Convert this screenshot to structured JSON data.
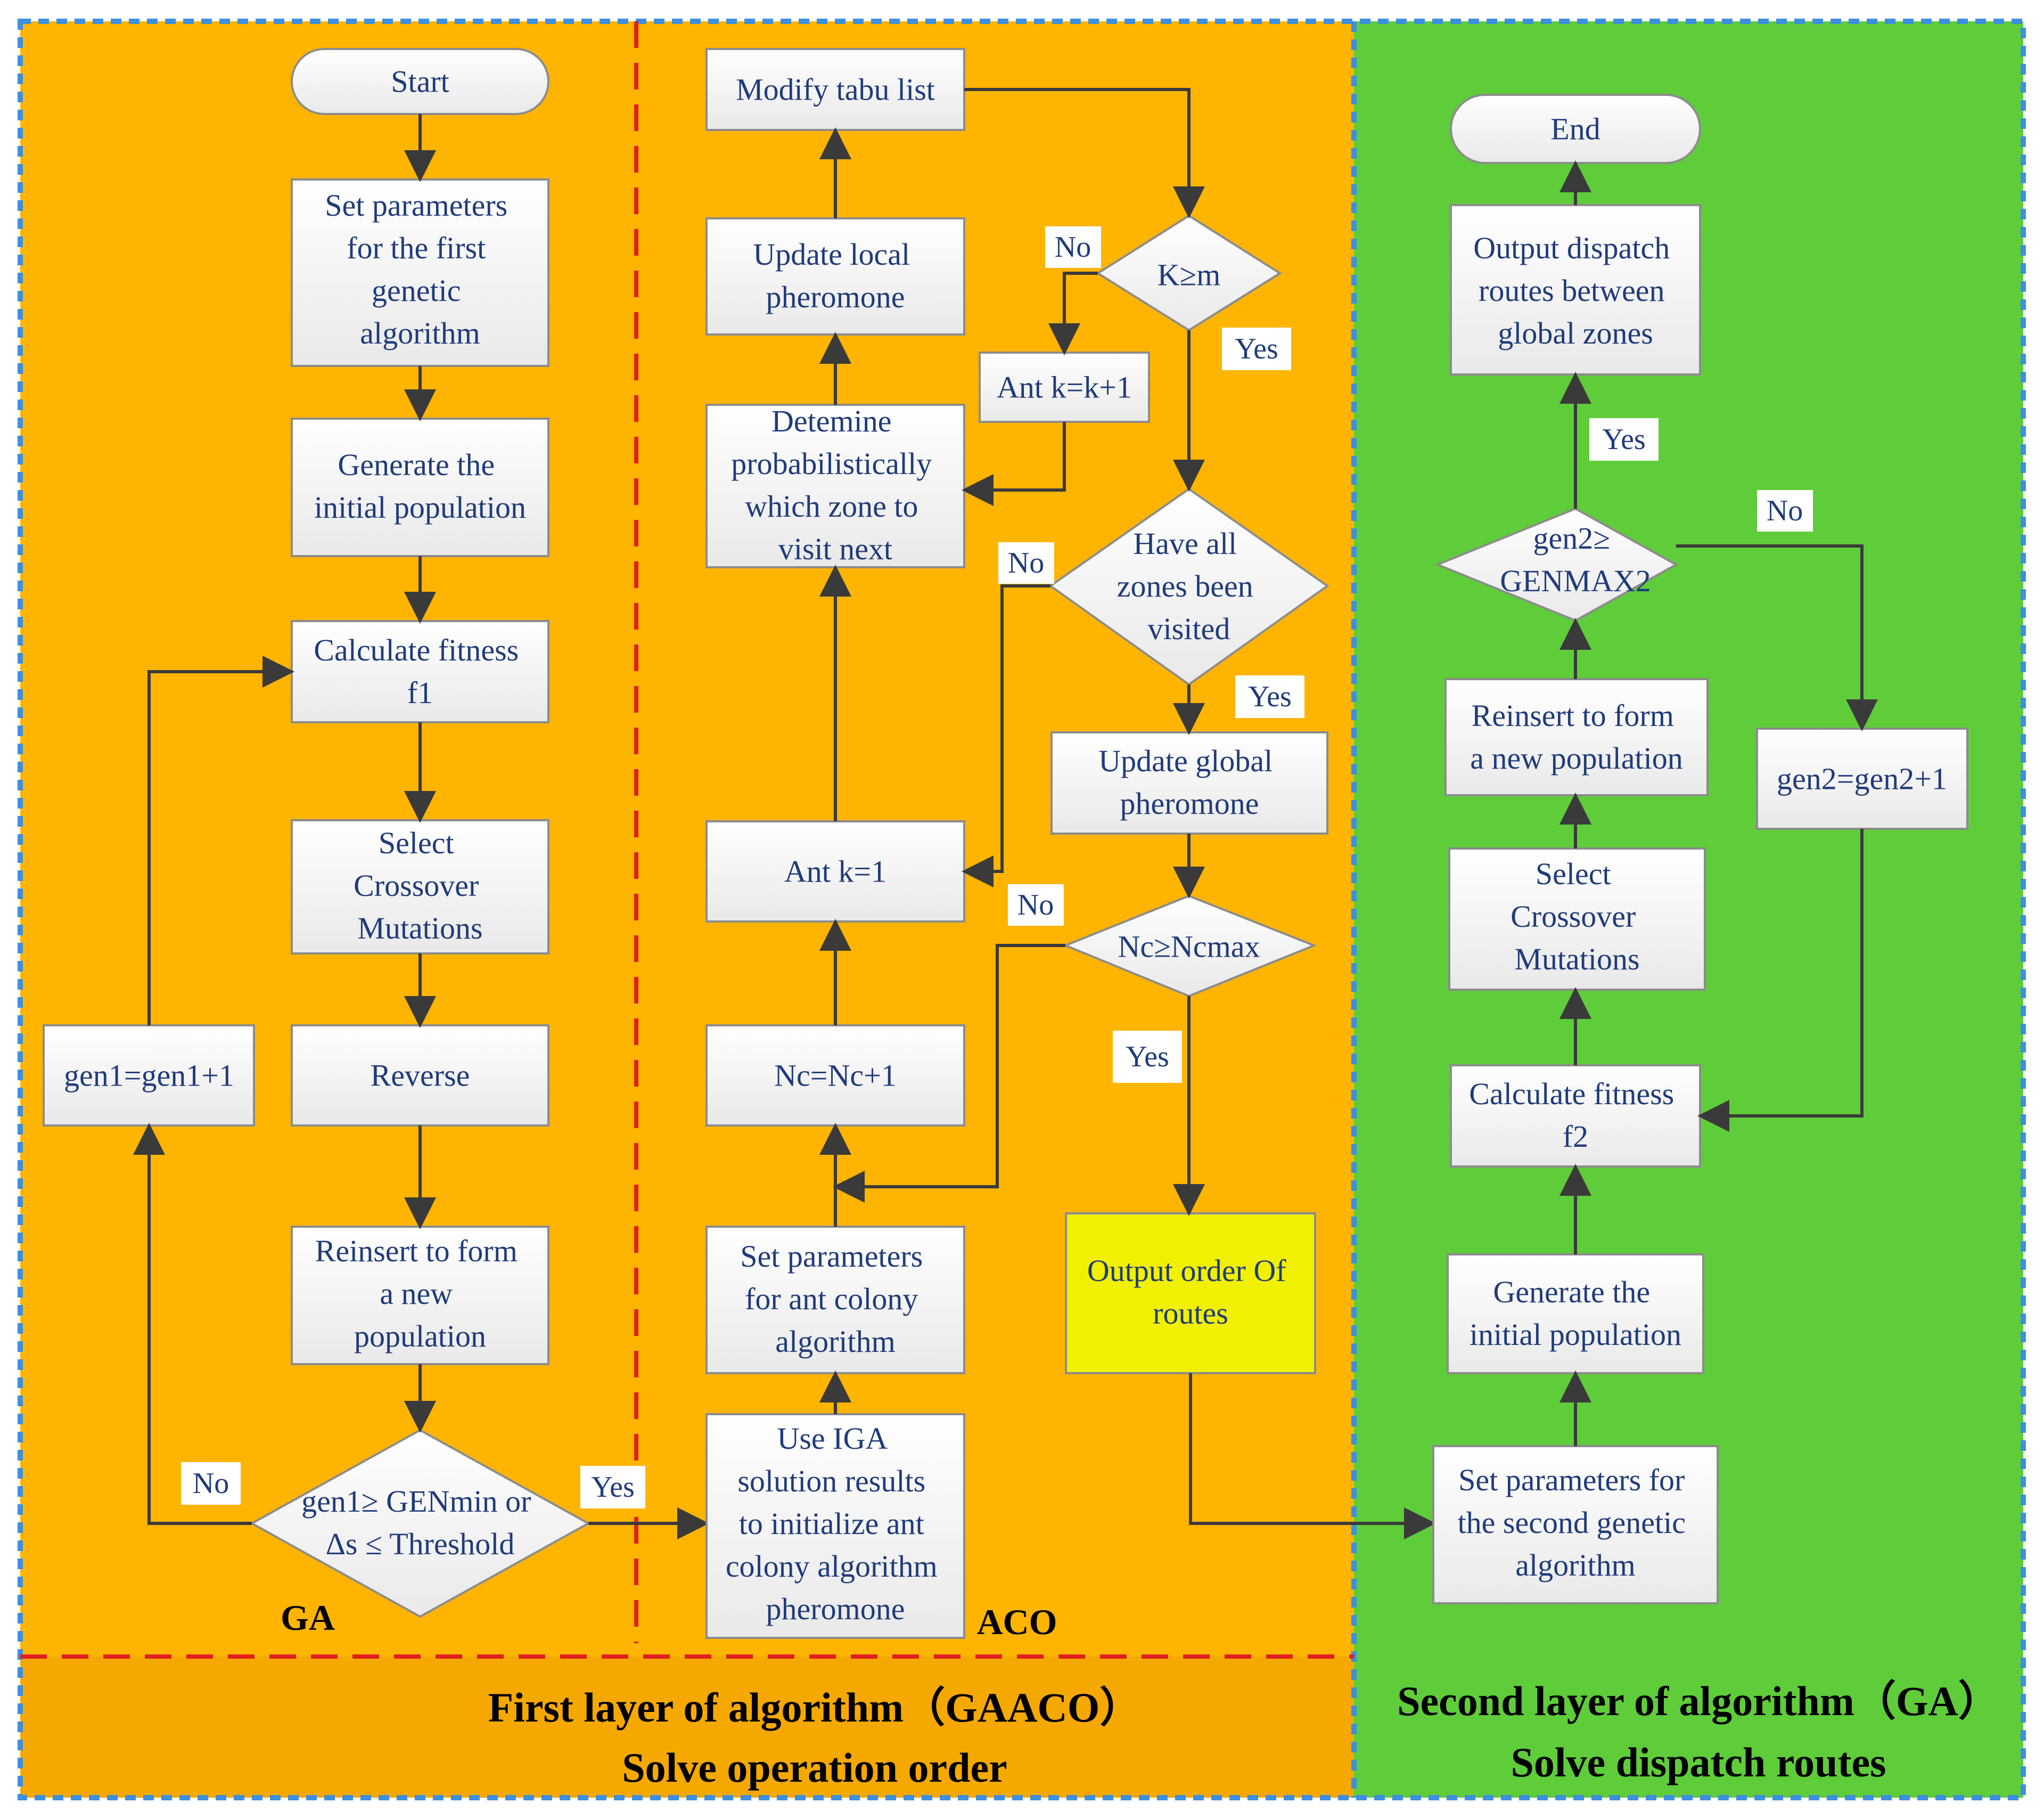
{
  "colors": {
    "orange": "#ffb400",
    "orange_bottom": "#f5a800",
    "green": "#5fcc3a",
    "yellow": "#f0f000",
    "text": "#1f3b7a",
    "border_blue": "#3d8fe0",
    "divider_red": "#e02020"
  },
  "ga": {
    "start": "Start",
    "set_params": [
      "Set parameters",
      "for the first",
      "genetic",
      "algorithm"
    ],
    "gen_pop": [
      "Generate the",
      "initial population"
    ],
    "calc_fit": [
      "Calculate fitness",
      "f1"
    ],
    "select": [
      "Select",
      "Crossover",
      "Mutations"
    ],
    "reverse": "Reverse",
    "reinsert": [
      "Reinsert to form",
      "a new",
      "population"
    ],
    "decision": [
      "gen1≥ GENmin or",
      "Δs ≤ Threshold"
    ],
    "gen_inc": "gen1=gen1+1",
    "no": "No",
    "yes": "Yes",
    "label": "GA"
  },
  "aco": {
    "use_iga": [
      "Use IGA",
      "solution results",
      "to initialize ant",
      "colony algorithm",
      "pheromone"
    ],
    "set_params": [
      "Set parameters",
      "for ant colony",
      "algorithm"
    ],
    "nc_inc": "Nc=Nc+1",
    "ant1": "Ant k=1",
    "determine": [
      "Detemine",
      "probabilistically",
      "which zone to",
      "visit next"
    ],
    "update_local": [
      "Update local",
      "pheromone"
    ],
    "modify_tabu": "Modify tabu list",
    "k_ge_m": "K≥m",
    "ant_inc": "Ant k=k+1",
    "have_all": [
      "Have all",
      "zones been",
      "visited"
    ],
    "update_global": [
      "Update global",
      "pheromone"
    ],
    "nc_ge": "Nc≥Ncmax",
    "output_order": [
      "Output order Of",
      "routes"
    ],
    "no": "No",
    "yes": "Yes",
    "label": "ACO"
  },
  "ga2": {
    "end": "End",
    "output_routes": [
      "Output dispatch",
      "routes between",
      "global zones"
    ],
    "decision": [
      "gen2≥",
      "GENMAX2"
    ],
    "reinsert": [
      "Reinsert to form",
      "a new population"
    ],
    "gen_inc": "gen2=gen2+1",
    "select": [
      "Select",
      "Crossover",
      "Mutations"
    ],
    "calc_fit": [
      "Calculate fitness",
      "f2"
    ],
    "gen_pop": [
      "Generate the",
      "initial population"
    ],
    "set_params": [
      "Set parameters for",
      "the second genetic",
      "algorithm"
    ],
    "yes": "Yes",
    "no": "No"
  },
  "footer": {
    "first_line1": "First layer of  algorithm（GAACO）",
    "first_line2": "Solve  operation order",
    "second_line1": "Second layer of algorithm（GA）",
    "second_line2": "Solve dispatch routes"
  }
}
